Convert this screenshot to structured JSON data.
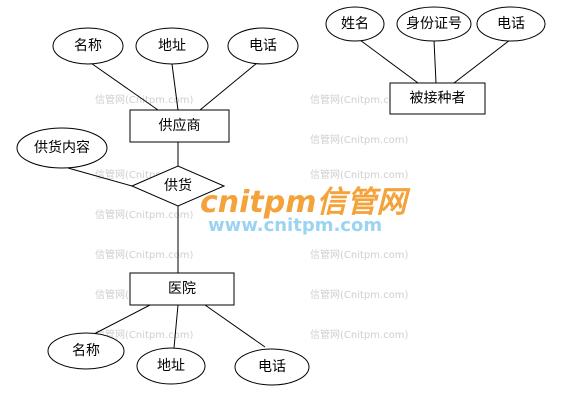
{
  "entities": {
    "supplier": "供应商",
    "hospital": "医院",
    "inoculee": "被接种者"
  },
  "relationship": {
    "supply": "供货"
  },
  "attributes": {
    "supplier_name": "名称",
    "supplier_address": "地址",
    "supplier_phone": "电话",
    "supply_content": "供货内容",
    "hospital_name": "名称",
    "hospital_address": "地址",
    "hospital_phone": "电话",
    "inoculee_name": "姓名",
    "inoculee_id": "身份证号",
    "inoculee_phone": "电话"
  },
  "watermark": {
    "small": "信管网(Cnitpm.com)",
    "brand": "cnitpm信管网",
    "url": "www.cnitpm.com"
  }
}
